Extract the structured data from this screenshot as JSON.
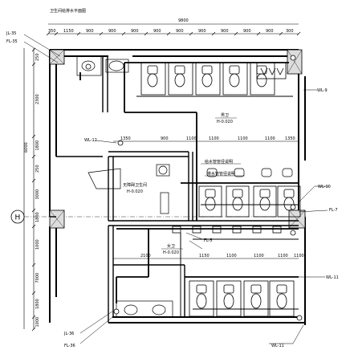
{
  "header_note": "卫生间给排水平面图",
  "overall_dims": {
    "top_total": "9800",
    "left_total": "6000"
  },
  "top_dims": [
    "350",
    "1150",
    "900",
    "900",
    "900",
    "900",
    "900",
    "900",
    "900",
    "900",
    "900",
    "300"
  ],
  "left_dims": [
    "250",
    "2300",
    "1800",
    "250",
    "3000",
    "1800",
    "1000",
    "7000",
    "1800",
    "1000"
  ],
  "room_labels": {
    "men": {
      "name": "男卫",
      "elev": "H-0.020"
    },
    "women": {
      "name": "女卫",
      "elev": "H-0.020"
    },
    "janitor": {
      "name": "无障碍卫生间",
      "elev": "H-0.020"
    }
  },
  "mid_dims": [
    "1350",
    "900",
    "1100",
    "1100",
    "1100",
    "1100",
    "1350"
  ],
  "lower_dims": [
    "2100",
    "1150",
    "1100",
    "1100",
    "1100",
    "1100"
  ],
  "notes": {
    "note1": "给水管管径说明",
    "note2": "排水管管径说明"
  },
  "riser_tags": {
    "jl35": "JL-35",
    "fl35": "FL-35",
    "jl36": "JL-36",
    "fl36": "FL-36",
    "wl9": "WL-9",
    "wl10": "WL-10",
    "wl11": "WL-11",
    "wl12": "WL-12",
    "fl5": "FL-5",
    "fl7": "FL-7"
  },
  "axis_label": "H",
  "colors": {
    "line": "#000000",
    "bg": "#ffffff",
    "hatch": "#888888"
  }
}
